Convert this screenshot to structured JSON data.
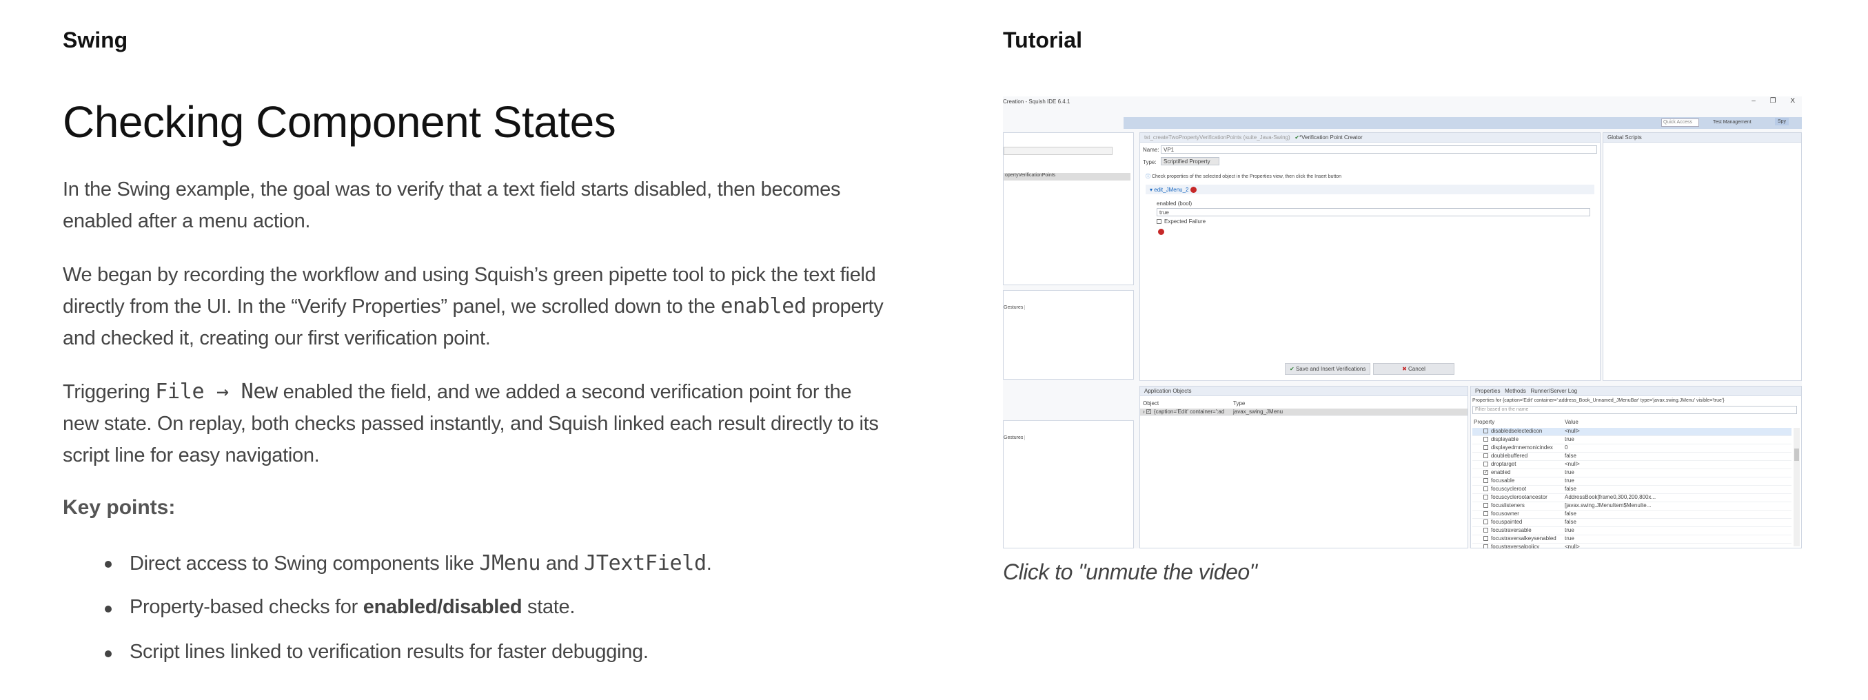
{
  "left": {
    "section": "Swing",
    "title": "Checking Component States",
    "p1": "In the Swing example, the goal was to verify that a text field starts disabled, then becomes enabled after a menu action.",
    "p2a": "We began by recording the workflow and using Squish’s green pipette tool to pick the text field directly from the UI. In the “Verify Properties” panel, we scrolled down to the ",
    "p2code": "enabled",
    "p2b": " property and checked it, creating our first verification point.",
    "p3a": "Triggering ",
    "p3code": "File → New",
    "p3b": " enabled the field, and we added a second verification point for the new state. On replay, both checks passed instantly, and Squish linked each result directly to its script line for easy navigation.",
    "key_points": "Key points:",
    "b1a": "Direct access to Swing components like ",
    "b1c1": "JMenu",
    "b1b": " and ",
    "b1c2": "JTextField",
    "b1d": ".",
    "b2a": "Property-based checks for ",
    "b2bold": "enabled/disabled",
    "b2b": " state.",
    "b3": "Script lines linked to verification results for faster debugging."
  },
  "right": {
    "section": "Tutorial",
    "caption": "Click to \"unmute the video\"",
    "ide": {
      "window_title": "Creation - Squish IDE 6.4.1",
      "window_controls": [
        "–",
        "❐",
        "X"
      ],
      "quick_access": "Quick Access",
      "perspective_test_management": "Test Management",
      "perspective_spy": "Spy",
      "left_item": "opertyVerificationPoints",
      "gestures": "Gestures",
      "tab_script": "tst_createTwoPropertyVerificationPoints (suite_Java-Swing)",
      "tab_vp": "*Verification Point Creator",
      "name_label": "Name:",
      "name_value": "VP1",
      "type_label": "Type:",
      "type_value": "Scriptified Property",
      "info": "Check properties of the selected object in the Properties view, then click the Insert button",
      "object": "edit_JMenu_2",
      "prop_label": "enabled (bool)",
      "prop_value": "true",
      "expected_failure": "Expected Failure",
      "save_button": "Save and Insert Verifications",
      "cancel_button": "Cancel",
      "global_scripts": "Global Scripts",
      "app_objects": "Application Objects",
      "col_object": "Object",
      "col_type": "Type",
      "obj_row": {
        "object": "{caption='Edit' container=':ad",
        "type": "javax_swing_JMenu"
      },
      "tab_properties": "Properties",
      "tab_methods": "Methods",
      "tab_log": "Runner/Server Log",
      "properties_for": "Properties for {caption='Edit' container=':address_Book_Unnamed_JMenuBar' type='javax.swing.JMenu' visible='true'}",
      "filter_placeholder": "Filter based on the name",
      "col_property": "Property",
      "col_value": "Value",
      "properties": [
        {
          "name": "disabledselectedicon",
          "value": "<null>",
          "checked": false
        },
        {
          "name": "displayable",
          "value": "true",
          "checked": false
        },
        {
          "name": "displayedmnemonicindex",
          "value": "0",
          "checked": false
        },
        {
          "name": "doublebuffered",
          "value": "false",
          "checked": false
        },
        {
          "name": "droptarget",
          "value": "<null>",
          "checked": false
        },
        {
          "name": "enabled",
          "value": "true",
          "checked": true
        },
        {
          "name": "focusable",
          "value": "true",
          "checked": false
        },
        {
          "name": "focuscycleroot",
          "value": "false",
          "checked": false
        },
        {
          "name": "focuscyclerootancestor",
          "value": "AddressBook[frame0,300,200,800x...",
          "checked": false
        },
        {
          "name": "focuslisteners",
          "value": "[javax.swing.JMenuItem$MenuIte...",
          "checked": false
        },
        {
          "name": "focusowner",
          "value": "false",
          "checked": false
        },
        {
          "name": "focuspainted",
          "value": "false",
          "checked": false
        },
        {
          "name": "focustraversable",
          "value": "true",
          "checked": false
        },
        {
          "name": "focustraversalkeysenabled",
          "value": "true",
          "checked": false
        },
        {
          "name": "focustraversalpolicy",
          "value": "<null>",
          "checked": false
        }
      ]
    }
  }
}
